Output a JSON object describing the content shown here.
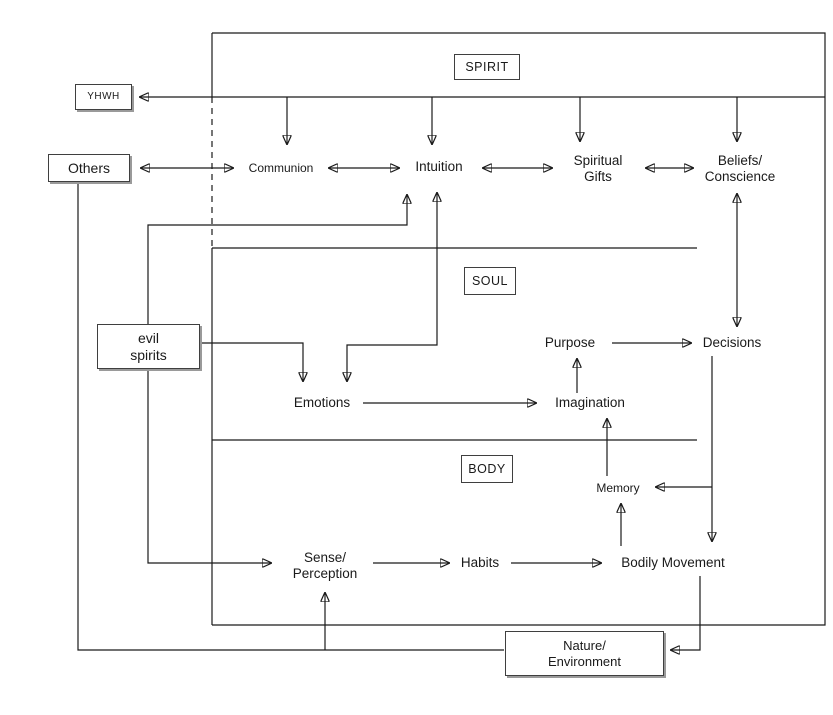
{
  "diagram": {
    "sections": {
      "spirit": "SPIRIT",
      "soul": "SOUL",
      "body": "BODY"
    },
    "external_entities": {
      "yhwh": "YHWH",
      "others": "Others",
      "evil_spirits": "evil\nspirits",
      "nature": "Nature/\nEnvironment"
    },
    "spirit_nodes": {
      "communion": "Communion",
      "intuition": "Intuition",
      "spiritual_gifts": "Spiritual\nGifts",
      "beliefs_conscience": "Beliefs/\nConscience"
    },
    "soul_nodes": {
      "purpose": "Purpose",
      "decisions": "Decisions",
      "emotions": "Emotions",
      "imagination": "Imagination"
    },
    "body_nodes": {
      "memory": "Memory",
      "sense_perception": "Sense/\nPerception",
      "habits": "Habits",
      "bodily_movement": "Bodily Movement"
    },
    "connections": [
      {
        "from": "YHWH",
        "to": "Communion",
        "arrow": "<->"
      },
      {
        "from": "YHWH",
        "to": "Intuition",
        "arrow": "<->"
      },
      {
        "from": "YHWH",
        "to": "Spiritual Gifts",
        "arrow": "<->"
      },
      {
        "from": "YHWH",
        "to": "Beliefs/Conscience",
        "arrow": "<->"
      },
      {
        "from": "Others",
        "to": "Communion",
        "arrow": "<->"
      },
      {
        "from": "Communion",
        "to": "Intuition",
        "arrow": "<->"
      },
      {
        "from": "Intuition",
        "to": "Spiritual Gifts",
        "arrow": "<->"
      },
      {
        "from": "Spiritual Gifts",
        "to": "Beliefs/Conscience",
        "arrow": "<->"
      },
      {
        "from": "Beliefs/Conscience",
        "to": "Decisions",
        "arrow": "<->"
      },
      {
        "from": "Intuition",
        "to": "Emotions",
        "arrow": "<->"
      },
      {
        "from": "evil spirits",
        "to": "Intuition",
        "arrow": "->"
      },
      {
        "from": "evil spirits",
        "to": "Emotions",
        "arrow": "->"
      },
      {
        "from": "evil spirits",
        "to": "Sense/Perception",
        "arrow": "->"
      },
      {
        "from": "Emotions",
        "to": "Imagination",
        "arrow": "->"
      },
      {
        "from": "Imagination",
        "to": "Purpose",
        "arrow": "->"
      },
      {
        "from": "Purpose",
        "to": "Decisions",
        "arrow": "->"
      },
      {
        "from": "Decisions",
        "to": "Bodily Movement",
        "arrow": "->"
      },
      {
        "from": "Decisions",
        "to": "Memory",
        "arrow": "->"
      },
      {
        "from": "Memory",
        "to": "Imagination",
        "arrow": "->"
      },
      {
        "from": "Bodily Movement",
        "to": "Memory",
        "arrow": "->"
      },
      {
        "from": "Sense/Perception",
        "to": "Habits",
        "arrow": "->"
      },
      {
        "from": "Habits",
        "to": "Bodily Movement",
        "arrow": "->"
      },
      {
        "from": "Bodily Movement",
        "to": "Nature/Environment",
        "arrow": "->"
      },
      {
        "from": "Others",
        "to": "Nature/Environment",
        "arrow": "-"
      },
      {
        "from": "Nature/Environment",
        "to": "Sense/Perception",
        "arrow": "->"
      }
    ],
    "colors": {
      "line": "#1a1a1a",
      "background": "#ffffff",
      "box_border": "#3f3f3f",
      "box_shadow": "#9a9a9a"
    }
  }
}
